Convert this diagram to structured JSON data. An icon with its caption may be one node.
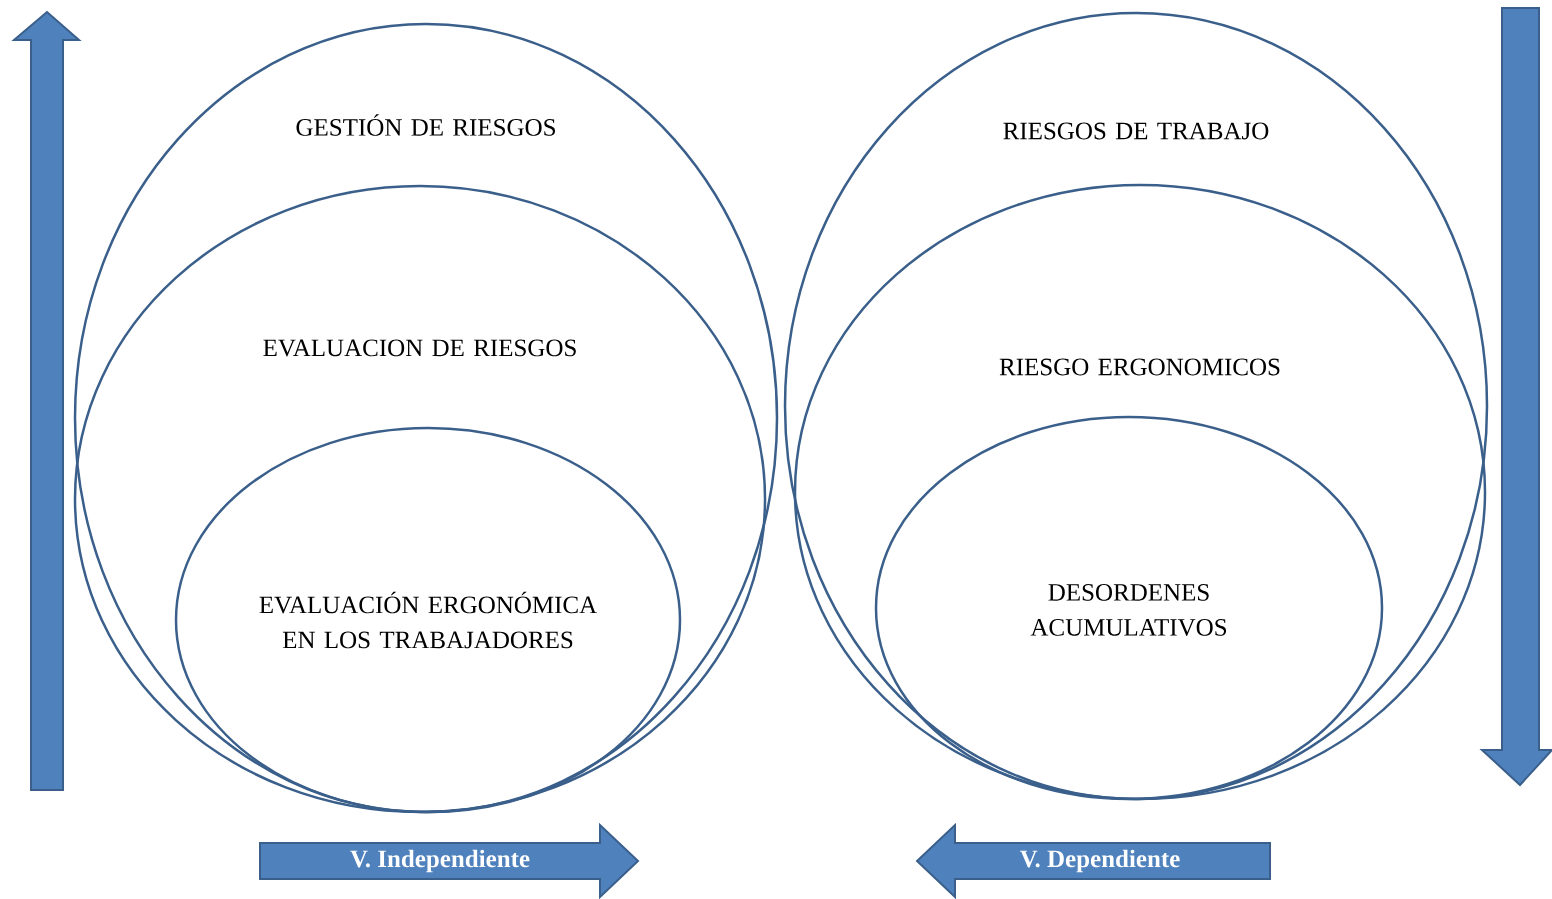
{
  "diagram": {
    "nodes": [
      {
        "text": [
          "GESTIÓN DE RIESGOS"
        ]
      },
      {
        "text": [
          "EVALUACION DE RIESGOS"
        ],
        "in": 0
      },
      {
        "text": [
          "EVALUACIÓN ERGONÓMICA EN LOS TRABAJADORES"
        ],
        "in": 1
      },
      {
        "text": [
          "RIESGOS DE TRABAJO"
        ]
      },
      {
        "text": [
          "RIESGO ERGONOMICOS"
        ],
        "in": 3
      },
      {
        "text": [
          "DESORDENES ACUMULATIVOS"
        ],
        "in": 4
      },
      {
        "text": [
          "V. Independiente"
        ]
      },
      {
        "text": [
          "V. Dependiente"
        ]
      }
    ]
  }
}
